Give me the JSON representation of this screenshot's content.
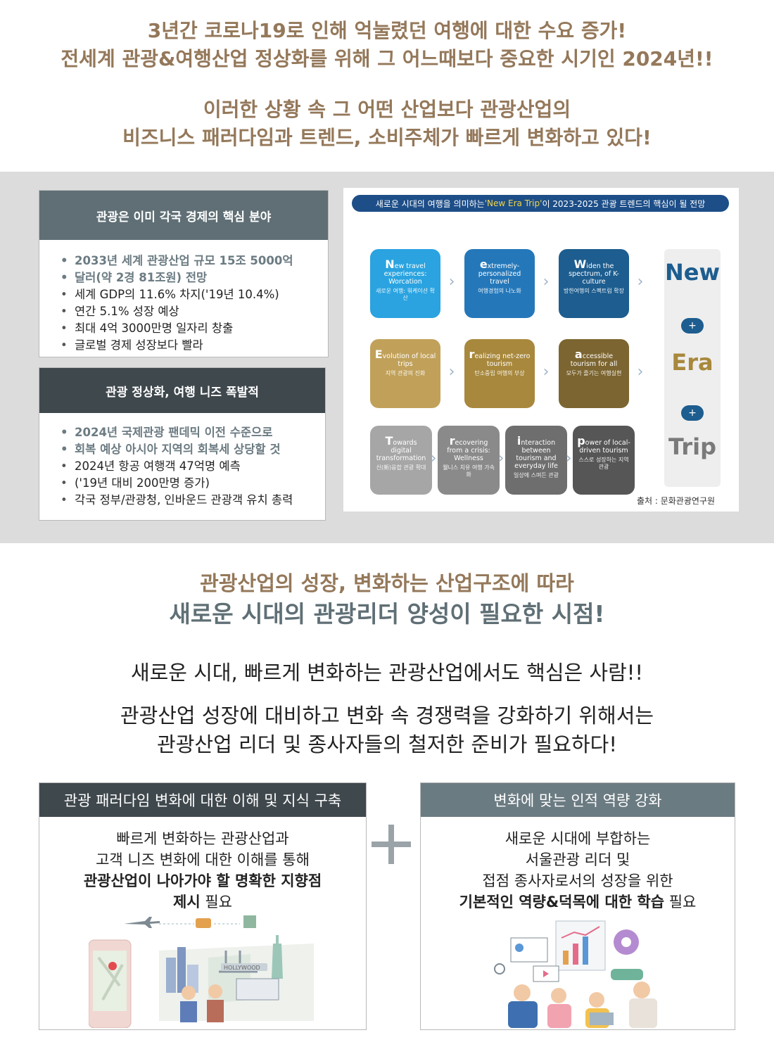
{
  "intro": {
    "line1": "3년간 코로나19로 인해 억눌렸던 여행에 대한 수요 증가!",
    "line2": "전세계 관광&여행산업 정상화를 위해 그 어느때보다 중요한 시기인 2024년!!",
    "line3": "이러한 상황 속 그 어떤 산업보다 관광산업의",
    "line4": "비즈니스 패러다임과 트렌드, 소비주체가 빠르게 변화하고 있다!"
  },
  "box1": {
    "title": "관광은 이미 각국 경제의 핵심 분야",
    "items": [
      "2033년 세계 관광산업 규모 15조 5000억",
      "달러(약 2경 81조원) 전망",
      "세계 GDP의 11.6% 차지('19년 10.4%)",
      "연간 5.1% 성장 예상",
      "최대 4억 3000만명 일자리 창출",
      "글로벌 경제 성장보다 빨라"
    ]
  },
  "box2": {
    "title": "관광 정상화, 여행 니즈 폭발적",
    "items": [
      "2024년 국제관광 팬데믹 이전 수준으로",
      "회복 예상 아시아 지역의 회복세 상당할 것",
      "2024년 항공 여행객 47억명 예측",
      "('19년 대비 200만명 증가)",
      "각국 정부/관광청, 인바운드 관광객 유치 총력"
    ]
  },
  "trend": {
    "title_pre": "새로운 시대의 여행을 의미하는 ",
    "title_hl": "'New Era Trip'",
    "title_post": "이 2023-2025 관광 트렌드의 핵심이 될 전망",
    "tiles": [
      {
        "cap": "N",
        "en": "ew travel experiences: Worcation",
        "ko": "새로운 여행: 워케이션 확산",
        "color": "#2aa3e0"
      },
      {
        "cap": "e",
        "en": "xtremely-personalized travel",
        "ko": "여행경험의 나노화",
        "color": "#2478ba"
      },
      {
        "cap": "W",
        "en": "iden the spectrum, of K-culture",
        "ko": "방한여행의 스펙트럼 확장",
        "color": "#1d5d8f"
      },
      {
        "cap": "E",
        "en": "volution of local trips",
        "ko": "지역 관광의 진화",
        "color": "#c1a15a"
      },
      {
        "cap": "r",
        "en": "ealizing net-zero tourism",
        "ko": "탄소중립 여행의 부상",
        "color": "#a8883c"
      },
      {
        "cap": "a",
        "en": "ccessible tourism for all",
        "ko": "모두가 즐기는 여행실현",
        "color": "#7c6530"
      },
      {
        "cap": "T",
        "en": "owards digital transformation",
        "ko": "신(新)융합 관광 확대",
        "color": "#a6a6a6"
      },
      {
        "cap": "r",
        "en": "ecovering from a crisis: Wellness",
        "ko": "웰니스 치유 여행 가속화",
        "color": "#8a8a8a"
      },
      {
        "cap": "i",
        "en": "nteraction between tourism and everyday life",
        "ko": "일상에 스며든 관광",
        "color": "#6e6e6e"
      },
      {
        "cap": "p",
        "en": "ower of local-driven tourism",
        "ko": "스스로 성장하는 지역관광",
        "color": "#565656"
      }
    ],
    "words": [
      {
        "text": "New",
        "color": "#1d5d8f"
      },
      {
        "text": "Era",
        "color": "#a8883c"
      },
      {
        "text": "Trip",
        "color": "#7a7a7a"
      }
    ],
    "plus": "+",
    "source": "출처 : 문화관광연구원"
  },
  "mid": {
    "line1": "관광산업의 성장, 변화하는 산업구조에 따라",
    "line2": "새로운 시대의 관광리더 양성이 필요한 시점!",
    "say1": "새로운 시대, 빠르게 변화하는 관광산업에서도 핵심은 사람!!",
    "say2": "관광산업 성장에 대비하고 변화 속 경쟁력을 강화하기 위해서는",
    "say3": "관광산업 리더 및 종사자들의 철저한 준비가 필요하다!"
  },
  "cardL": {
    "title": "관광 패러다임 변화에 대한 이해 및 지식 구축",
    "l1": "빠르게 변화하는 관광산업과",
    "l2": "고객 니즈 변화에 대한 이해를 통해",
    "l3b": "관광산업이 나아가야 할 명확한 지향점",
    "l4b": "제시",
    "l4": " 필요",
    "sign": "HOLLYWOOD"
  },
  "cardR": {
    "title": "변화에 맞는 인적 역량 강화",
    "l1": "새로운 시대에 부합하는",
    "l2": "서울관광 리더 및",
    "l3": "접점 종사자로서의 성장을 위한",
    "l4b": "기본적인 역량&덕목에 대한 학습",
    "l4": " 필요"
  }
}
